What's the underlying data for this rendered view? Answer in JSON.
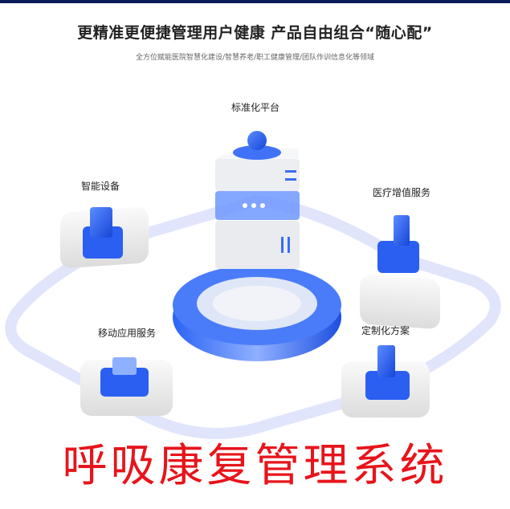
{
  "header": {
    "headline": "更精准更便捷管理用户健康 产品自由组合“随心配”",
    "subtitle": "全方位赋能医院智慧化建设/智慧养老/职工健康管理/团队作训信息化等领域"
  },
  "nodes": {
    "platform": "标准化平台",
    "device": "智能设备",
    "medical": "医疗增值服务",
    "mobile": "移动应用服务",
    "custom": "定制化方案"
  },
  "product_title": "呼吸康复管理系统",
  "colors": {
    "accent": "#1f5ff0",
    "title_red": "#e8141b",
    "loop": "#dfe3fb"
  }
}
